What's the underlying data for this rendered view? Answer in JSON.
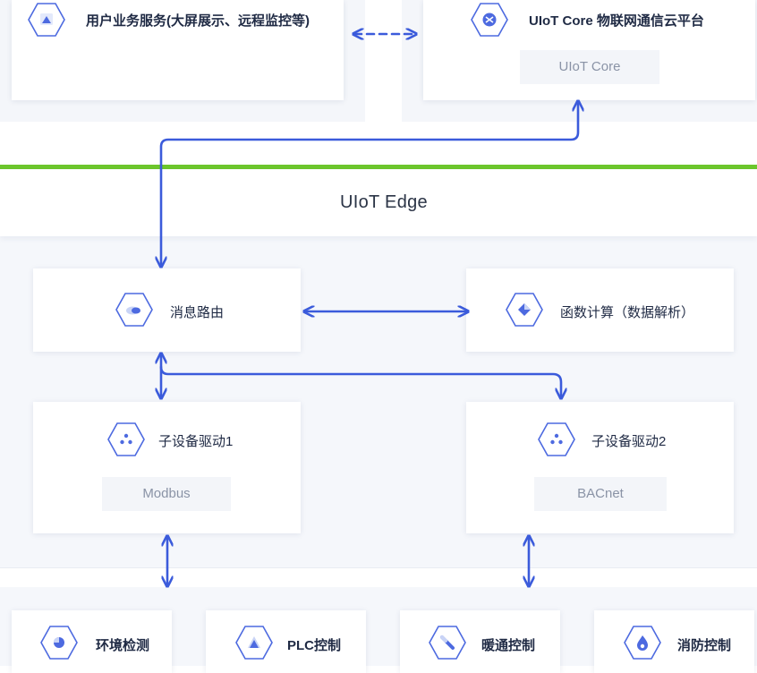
{
  "top": {
    "user_services": "用户业务服务(大屏展示、远程监控等)",
    "uiot_core_platform": "UIoT Core 物联网通信云平台",
    "uiot_core": "UIoT Core"
  },
  "edge": {
    "title": "UIoT Edge",
    "message_routing": "消息路由",
    "function_compute": "函数计算（数据解析）",
    "driver1": "子设备驱动1",
    "driver1_protocol": "Modbus",
    "driver2": "子设备驱动2",
    "driver2_protocol": "BACnet"
  },
  "devices": {
    "env": "环境检测",
    "plc": "PLC控制",
    "hvac": "暖通控制",
    "fire": "消防控制"
  },
  "colors": {
    "arrow": "#3b5bdb",
    "green_divider": "#6cc62c",
    "icon_border": "#4d6ae0"
  }
}
